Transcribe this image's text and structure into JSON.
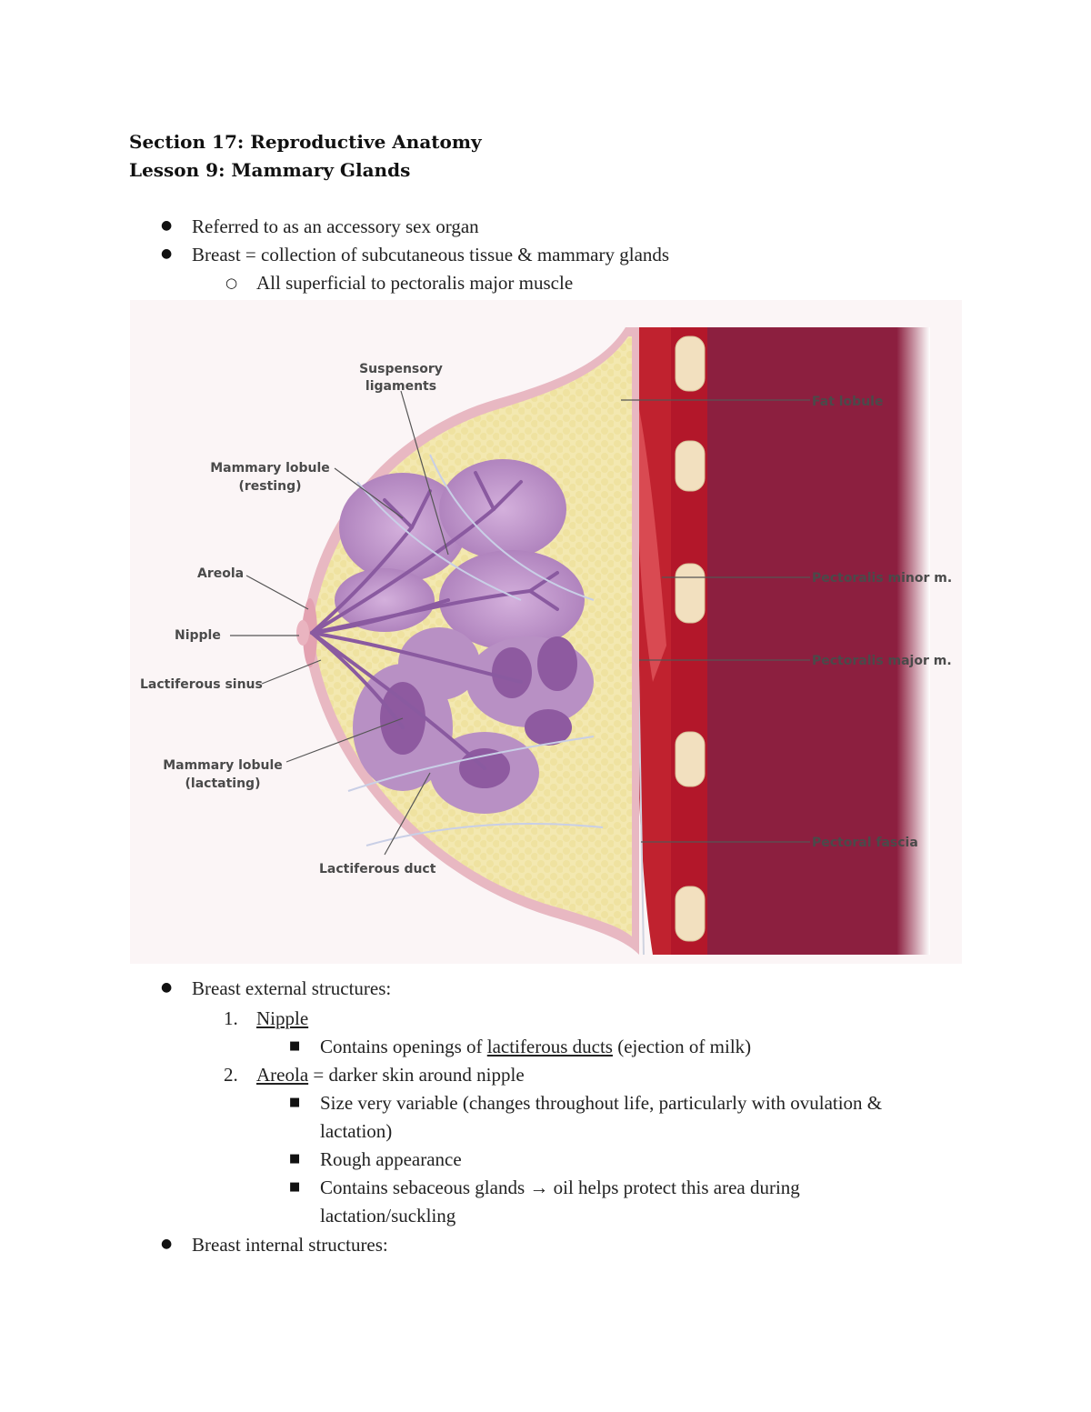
{
  "header": {
    "section_title": "Section 17: Reproductive Anatomy",
    "lesson_title": "Lesson 9: Mammary Glands"
  },
  "intro": {
    "bullet1": "Referred to as an accessory sex organ",
    "bullet2": "Breast = collection of subcutaneous tissue & mammary glands",
    "sub1": "All superficial to pectoralis major muscle"
  },
  "figure": {
    "labels": {
      "suspensory_1": "Suspensory",
      "suspensory_2": "ligaments",
      "mammary_resting_1": "Mammary lobule",
      "mammary_resting_2": "(resting)",
      "areola": "Areola",
      "nipple": "Nipple",
      "lactiferous_sinus": "Lactiferous sinus",
      "mammary_lactating_1": "Mammary lobule",
      "mammary_lactating_2": "(lactating)",
      "lactiferous_duct": "Lactiferous duct",
      "fat_lobule": "Fat lobule",
      "pectoralis_minor": "Pectoralis minor m.",
      "pectoralis_major": "Pectoralis major m.",
      "pectoral_fascia": "Pectoral fascia"
    },
    "colors": {
      "fat": "#f3e8b0",
      "lobule": "#b98ac4",
      "muscle": "#b3172a",
      "chest_wall": "#8c1f3f",
      "skin": "#e8b8c2",
      "rib": "#f2e0bf"
    }
  },
  "external": {
    "heading": "Breast external structures:",
    "item1_num": "1.",
    "item1_term": "Nipple",
    "item1_sub_a": "Contains openings of ",
    "item1_sub_link": "lactiferous ducts",
    "item1_sub_b": " (ejection of milk)",
    "item2_num": "2.",
    "item2_term": "Areola",
    "item2_rest": " = darker skin around nipple",
    "item2_sub1_l1": "Size very variable (changes throughout life, particularly with ovulation &",
    "item2_sub1_l2": "lactation)",
    "item2_sub2": "Rough appearance",
    "item2_sub3_l1": "Contains sebaceous glands → oil helps protect this area during",
    "item2_sub3_l2": "lactation/suckling"
  },
  "internal": {
    "heading": "Breast internal structures:"
  }
}
